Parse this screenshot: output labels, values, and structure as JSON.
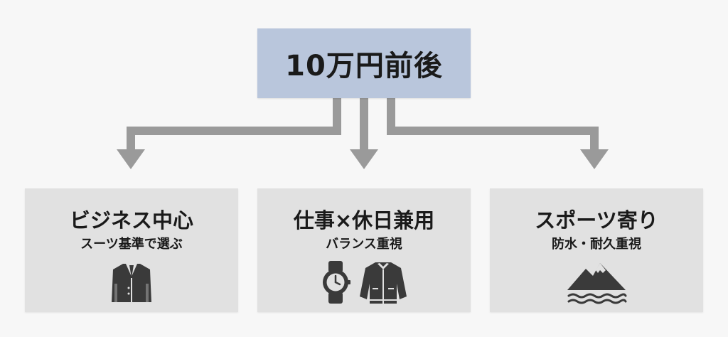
{
  "top": {
    "title": "10万円前後"
  },
  "cards": [
    {
      "title": "ビジネス中心",
      "subtitle": "スーツ基準で選ぶ",
      "icons": [
        "suit-icon"
      ]
    },
    {
      "title": "仕事×休日兼用",
      "subtitle": "バランス重視",
      "icons": [
        "watch-icon",
        "jacket-icon"
      ]
    },
    {
      "title": "スポーツ寄り",
      "subtitle": "防水・耐久重視",
      "icons": [
        "mountain-water-icon"
      ]
    }
  ],
  "colors": {
    "top_box": "#b9c6dc",
    "card": "#e1e1e1",
    "arrow": "#9a9a9a",
    "icon": "#3a3a3a"
  }
}
